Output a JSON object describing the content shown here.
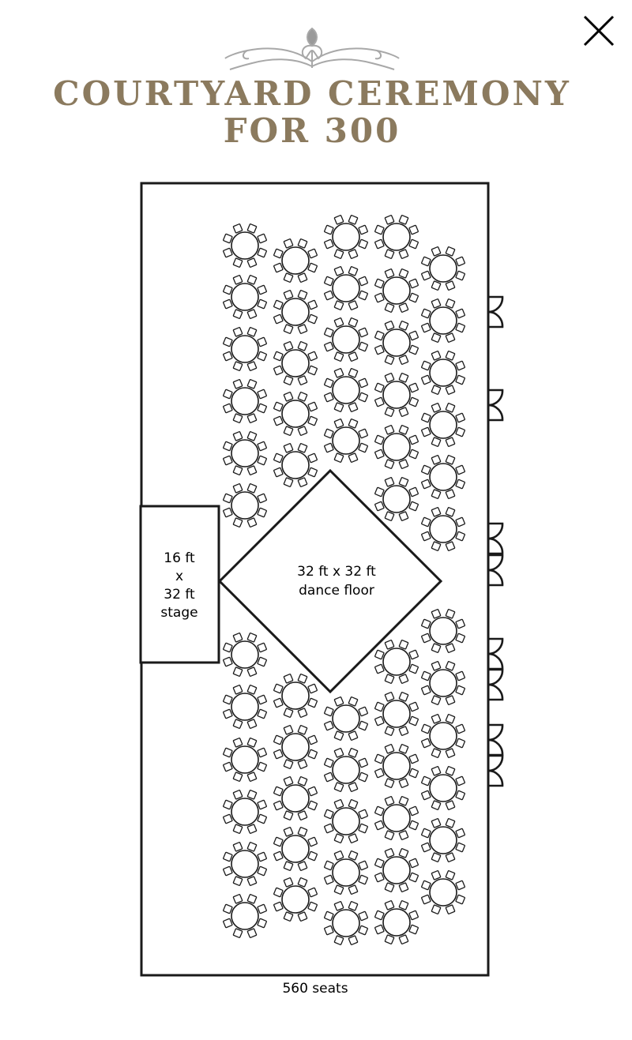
{
  "header": {
    "title_line1": "COURTYARD CEREMONY",
    "title_line2": "FOR 300",
    "close_icon": "close-icon",
    "ornament_icon": "fleur-de-lis-flourish-icon"
  },
  "floorplan": {
    "stage_label": [
      "16 ft",
      "x",
      "32 ft",
      "stage"
    ],
    "dance_floor_label": [
      "32 ft x 32 ft",
      "dance floor"
    ],
    "footer_label": "560 seats",
    "table_icon": "round-table-icon",
    "door_icon": "door-swing-icon"
  },
  "colors": {
    "title": "#8b7a5e",
    "ornament": "#a8a8a8",
    "lines": "#1a1a1a"
  }
}
